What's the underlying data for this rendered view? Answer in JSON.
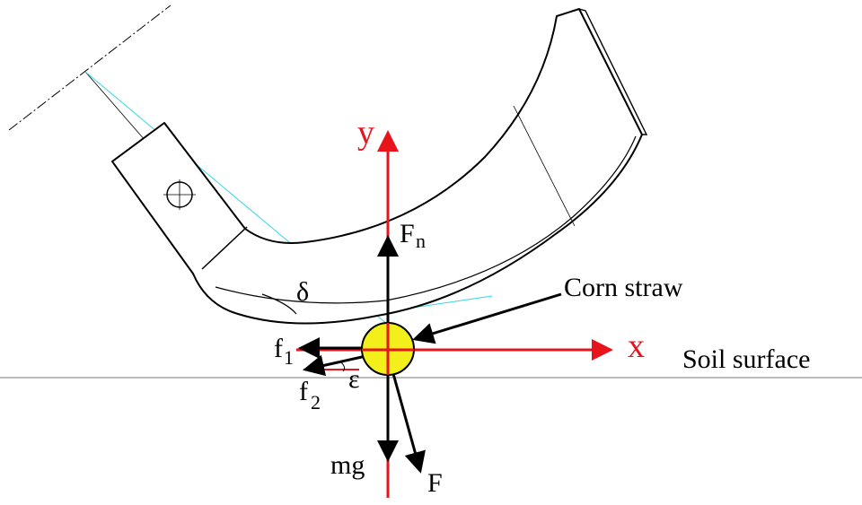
{
  "labels": {
    "y_axis": "y",
    "x_axis": "x",
    "normal_force": "F",
    "normal_force_sub": "n",
    "corn_straw": "Corn straw",
    "soil_surface": "Soil surface",
    "delta": "δ",
    "f1": "f",
    "f1_sub": "1",
    "f2": "f",
    "f2_sub": "2",
    "epsilon": "ε",
    "gravity": "mg",
    "resultant": "F"
  },
  "colors": {
    "axis": "#e8141c",
    "straw_fill": "#f2ef1a",
    "tangent_line": "#33d6e6",
    "ink": "#000000",
    "ground": "#777777"
  }
}
